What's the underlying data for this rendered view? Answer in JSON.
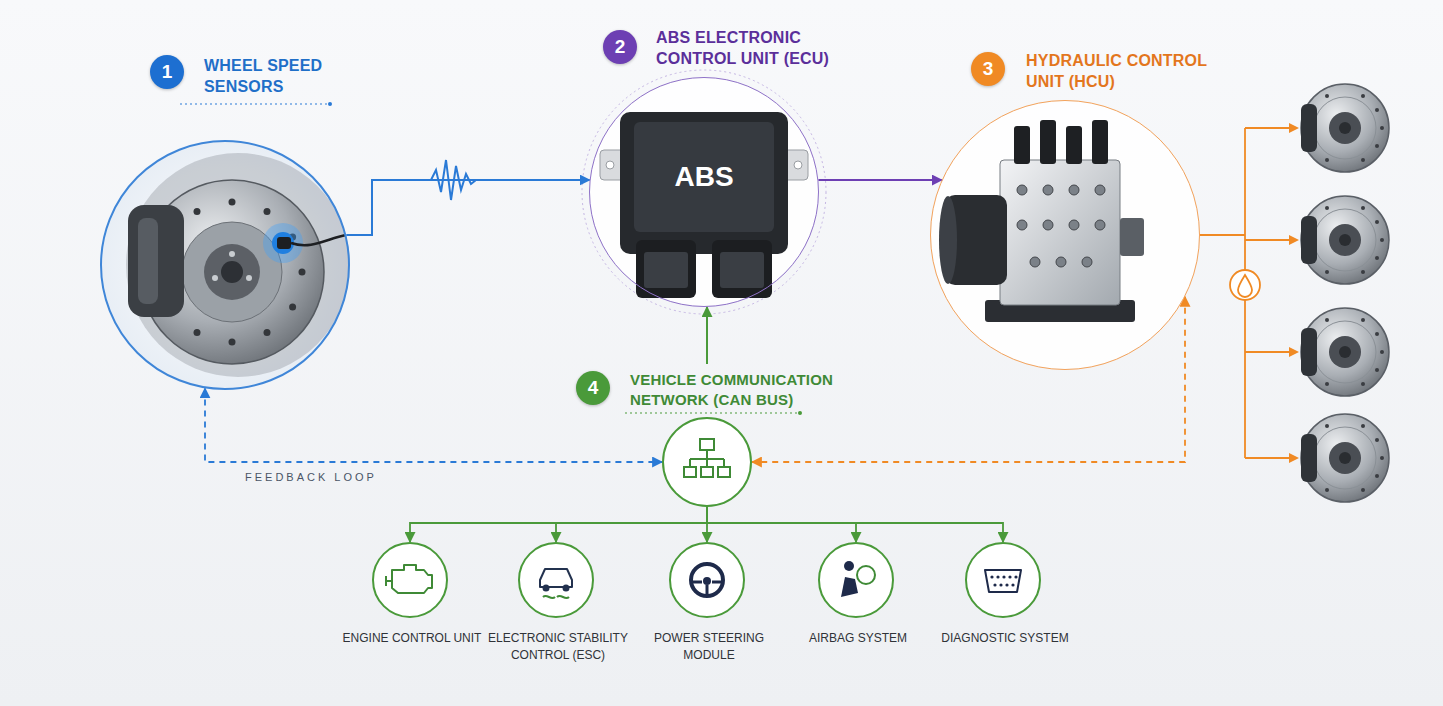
{
  "diagram": {
    "nodes": [
      {
        "text": [
          "WHEEL SPEED SENSORS"
        ]
      },
      {
        "text": [
          "ABS ELECTRONIC CONTROL UNIT (ECU)"
        ]
      },
      {
        "text": [
          "HYDRAULIC CONTROL UNIT (HCU)"
        ]
      },
      {
        "text": [
          "VEHICLE COMMUNICATION NETWORK (CAN BUS)"
        ]
      },
      {
        "text": [
          "ENGINE CONTROL UNIT"
        ]
      },
      {
        "text": [
          "ELECTRONIC STABILITY CONTROL (ESC)"
        ]
      },
      {
        "text": [
          "POWER STEERING MODULE"
        ]
      },
      {
        "text": [
          "AIRBAG SYSTEM"
        ]
      },
      {
        "text": [
          "DIAGNOSTIC SYSTEM"
        ]
      }
    ],
    "edges": [
      {
        "from": 0,
        "to": 1,
        "arrow": "to"
      },
      {
        "from": 1,
        "to": 2,
        "arrow": "to"
      },
      {
        "from": 3,
        "to": 1,
        "arrow": "to"
      },
      {
        "from": 0,
        "to": 3,
        "label": "FEEDBACK LOOP",
        "arrow": "both"
      },
      {
        "from": 2,
        "to": 3,
        "arrow": "both"
      },
      {
        "from": 3,
        "to": 4,
        "arrow": "to"
      },
      {
        "from": 3,
        "to": 5,
        "arrow": "to"
      },
      {
        "from": 3,
        "to": 6,
        "arrow": "to"
      },
      {
        "from": 3,
        "to": 7,
        "arrow": "to"
      },
      {
        "from": 3,
        "to": 8,
        "arrow": "to"
      }
    ],
    "labels": [
      "1",
      "2",
      "3",
      "4",
      "ABS"
    ]
  }
}
